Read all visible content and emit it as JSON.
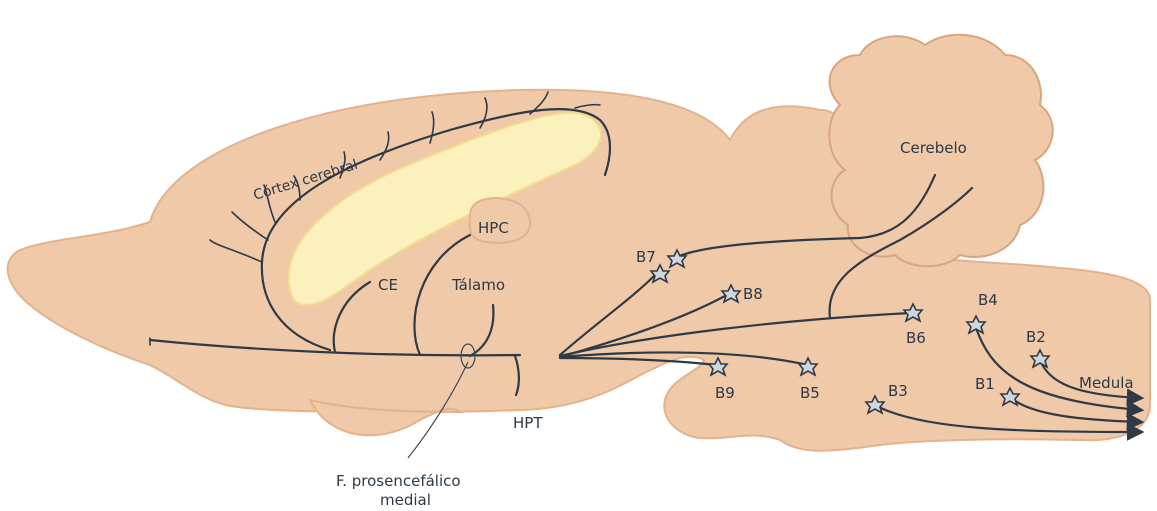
{
  "labels": {
    "cortex": "Córtex cerebral",
    "cerebellum": "Cerebelo",
    "hpc": "HPC",
    "ce": "CE",
    "thalamus": "Tálamo",
    "hpt": "HPT",
    "b1": "B1",
    "b2": "B2",
    "b3": "B3",
    "b4": "B4",
    "b5": "B5",
    "b6": "B6",
    "b7": "B7",
    "b8": "B8",
    "b9": "B9",
    "medula": "Medula",
    "forebrain_bundle_line1": "F. prosencefálico",
    "forebrain_bundle_line2": "medial"
  },
  "colors": {
    "tissue": "#efc9a8",
    "ventricle": "#fbf1bc",
    "fiber": "#2f3a45",
    "neuron": "#cfd6de"
  }
}
